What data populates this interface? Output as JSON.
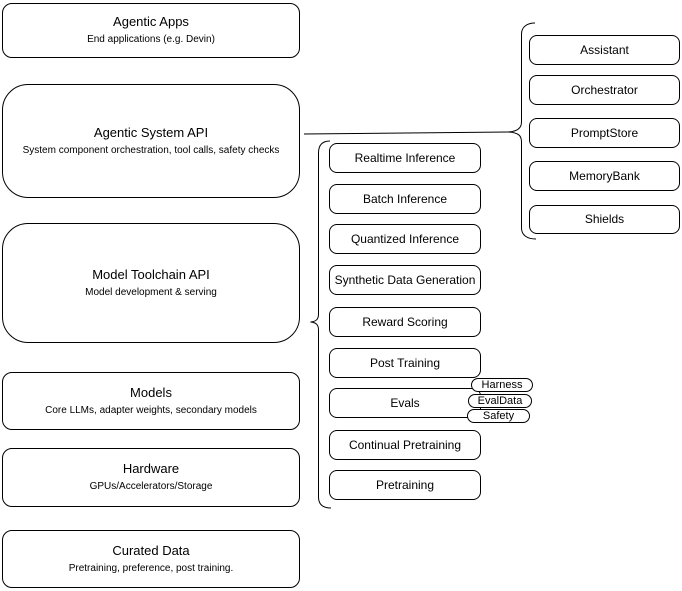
{
  "stack": [
    {
      "title": "Agentic Apps",
      "subtitle": "End applications (e.g. Devin)"
    },
    {
      "title": "Agentic System API",
      "subtitle": "System component orchestration, tool calls, safety checks"
    },
    {
      "title": "Model Toolchain API",
      "subtitle": "Model development & serving"
    },
    {
      "title": "Models",
      "subtitle": "Core LLMs, adapter weights, secondary models"
    },
    {
      "title": "Hardware",
      "subtitle": "GPUs/Accelerators/Storage"
    },
    {
      "title": "Curated Data",
      "subtitle": "Pretraining, preference, post training."
    }
  ],
  "toolchain": {
    "items": [
      "Realtime Inference",
      "Batch Inference",
      "Quantized Inference",
      "Synthetic Data Generation",
      "Reward Scoring",
      "Post Training",
      "Evals",
      "Continual Pretraining",
      "Pretraining"
    ]
  },
  "eval_tags": [
    "Harness",
    "EvalData",
    "Safety"
  ],
  "system": {
    "items": [
      "Assistant",
      "Orchestrator",
      "PromptStore",
      "MemoryBank",
      "Shields"
    ]
  },
  "colors": {
    "stroke": "#000000",
    "fill": "#ffffff",
    "background": "#ffffff",
    "text": "#000000"
  }
}
